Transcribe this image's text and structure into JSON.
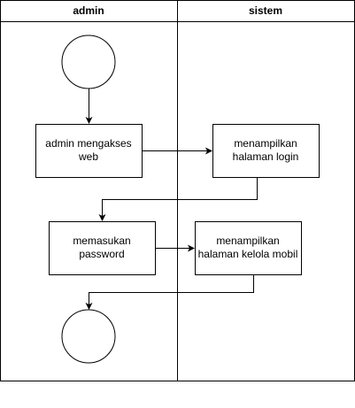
{
  "lanes": [
    {
      "title": "admin"
    },
    {
      "title": "sistem"
    }
  ],
  "nodes": [
    {
      "id": "start",
      "type": "start",
      "label": ""
    },
    {
      "id": "admin-access",
      "type": "activity",
      "lines": [
        "admin mengakses",
        "web"
      ]
    },
    {
      "id": "show-login",
      "type": "activity",
      "lines": [
        "menampilkan",
        "halaman login"
      ]
    },
    {
      "id": "enter-password",
      "type": "activity",
      "lines": [
        "memasukan",
        "password"
      ]
    },
    {
      "id": "show-car-page",
      "type": "activity",
      "lines": [
        "menampilkan",
        "halaman kelola mobil"
      ]
    },
    {
      "id": "end",
      "type": "end",
      "label": ""
    }
  ],
  "edges": [
    {
      "from": "start",
      "to": "admin-access"
    },
    {
      "from": "admin-access",
      "to": "show-login"
    },
    {
      "from": "show-login",
      "to": "enter-password"
    },
    {
      "from": "enter-password",
      "to": "show-car-page"
    },
    {
      "from": "show-car-page",
      "to": "end"
    }
  ]
}
